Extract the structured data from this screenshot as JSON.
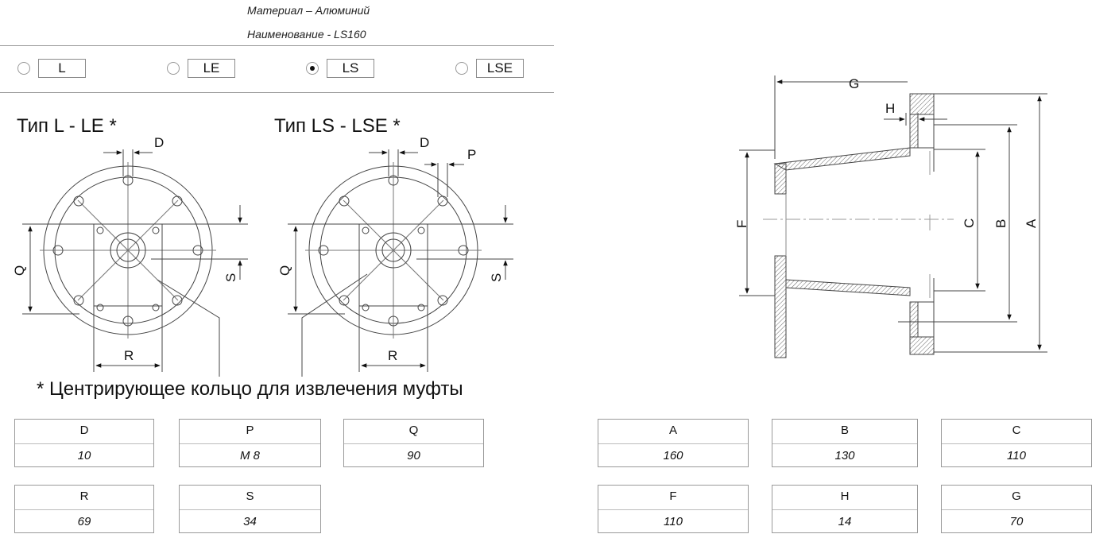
{
  "header": {
    "material": "Материал – Алюминий",
    "name": "Наименование - LS160"
  },
  "options": [
    {
      "label": "L",
      "selected": false
    },
    {
      "label": "LE",
      "selected": false
    },
    {
      "label": "LS",
      "selected": true
    },
    {
      "label": "LSE",
      "selected": false
    }
  ],
  "drawing": {
    "type_l_title": "Тип L - LE *",
    "type_ls_title": "Тип LS - LSE *",
    "labels": {
      "D": "D",
      "P": "P",
      "Q": "Q",
      "S": "S",
      "R": "R",
      "A": "A",
      "B": "B",
      "C": "C",
      "F": "F",
      "G": "G",
      "H": "H"
    },
    "footnote": "* Центрирующее кольцо для извлечения муфты"
  },
  "table": [
    {
      "header": "D",
      "value": "10"
    },
    {
      "header": "P",
      "value": "M 8"
    },
    {
      "header": "Q",
      "value": "90"
    },
    {
      "header": "R",
      "value": "69"
    },
    {
      "header": "S",
      "value": "34"
    },
    {
      "header": "A",
      "value": "160"
    },
    {
      "header": "B",
      "value": "130"
    },
    {
      "header": "C",
      "value": "110"
    },
    {
      "header": "F",
      "value": "110"
    },
    {
      "header": "H",
      "value": "14"
    },
    {
      "header": "G",
      "value": "70"
    }
  ]
}
